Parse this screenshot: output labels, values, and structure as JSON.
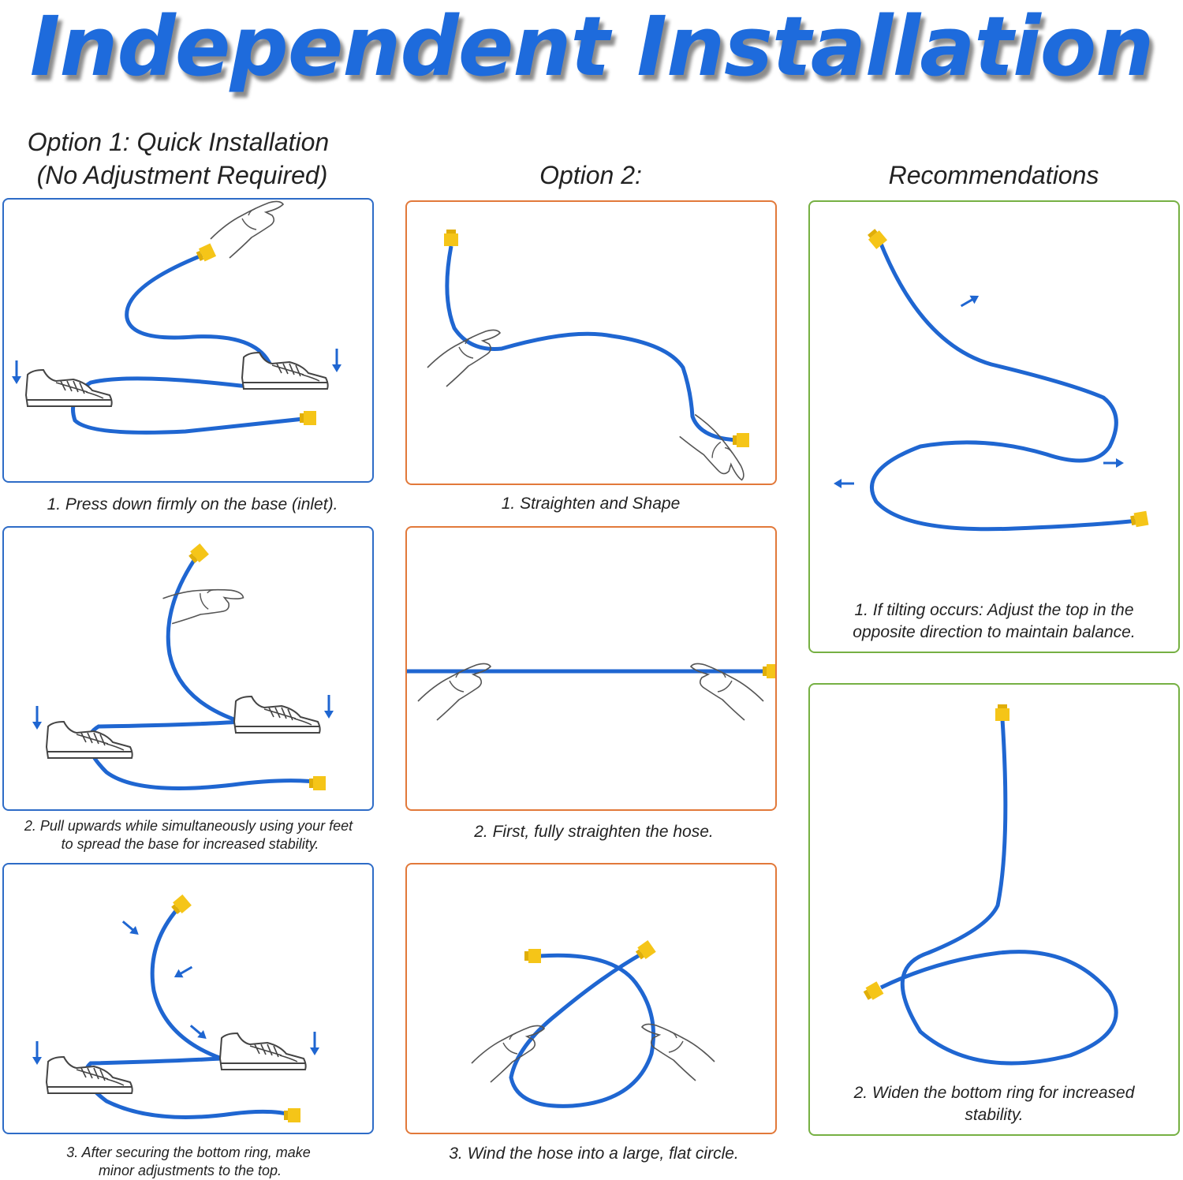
{
  "title": "Independent Installation",
  "columns": {
    "option1_heading_line1": "Option 1: Quick Installation",
    "option1_heading_line2": "(No Adjustment Required)",
    "option2_heading": "Option 2:",
    "recommendations_heading": "Recommendations"
  },
  "captions": {
    "o1_step1": "1. Press down firmly on the base (inlet).",
    "o1_step2_line1": "2. Pull upwards while simultaneously using your feet",
    "o1_step2_line2": "to spread the base for increased stability.",
    "o1_step3_line1": "3. After securing the bottom ring, make",
    "o1_step3_line2": "minor adjustments to the top.",
    "o2_step1": "1. Straighten and Shape",
    "o2_step2": "2. First, fully straighten the hose.",
    "o2_step3": "3. Wind the hose into a large, flat circle.",
    "rec_step1_line1": "1. If tilting occurs: Adjust the top in the",
    "rec_step1_line2": "opposite direction to maintain balance.",
    "rec_step2_line1": "2. Widen the bottom ring for increased",
    "rec_step2_line2": "stability."
  },
  "colors": {
    "title": "#1e6bdc",
    "hose": "#1f66d1",
    "connector": "#f5c518",
    "option1_border": "#2e6cc7",
    "option2_border": "#e2793a",
    "recommendations_border": "#76b043"
  },
  "icons": [
    "shoe-icon",
    "hand-icon",
    "down-arrow-icon",
    "direction-arrow-icon",
    "hose-connector-icon"
  ]
}
